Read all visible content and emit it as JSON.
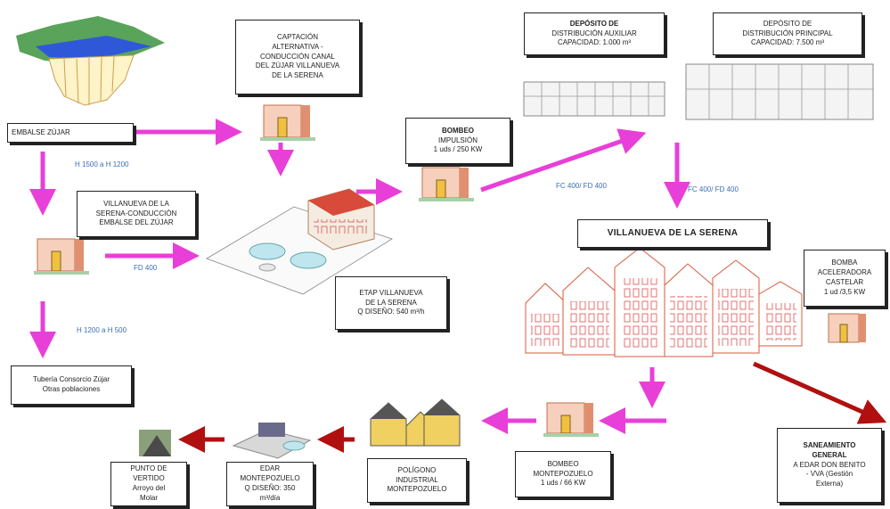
{
  "boxes": {
    "embalse": "EMBALSE ZÚJAR",
    "captacion": [
      "CAPTACIÓN",
      "ALTERNATIVA -",
      "CONDUCCIÓN CANAL",
      "DEL ZÚJAR VILLANUEVA",
      "DE LA SERENA"
    ],
    "deposito_aux": [
      "DEPÓSITO DE",
      "DISTRIBUCIÓN AUXILIAR",
      "CAPACIDAD: 1.000 m³"
    ],
    "deposito_principal": [
      "DEPÓSITO DE",
      "DISTRIBUCIÓN PRINCIPAL",
      "CAPACIDAD: 7.500 m³"
    ],
    "bombeo_impulsion": [
      "BOMBEO",
      "IMPULSIÓN",
      "1 uds / 250 KW"
    ],
    "villanueva_conduccion": [
      "VILLANUEVA DE LA",
      "SERENA-CONDUCCIÓN",
      "EMBALSE DEL ZÚJAR"
    ],
    "villanueva": "VILLANUEVA DE LA SERENA",
    "bomba_aceleradora": [
      "BOMBA",
      "ACELERADORA",
      "CASTELAR",
      "1 ud /3,5 KW"
    ],
    "etap": [
      "ETAP VILLANUEVA",
      "DE LA SERENA",
      "Q DISEÑO: 540 m³/h"
    ],
    "tuberia": [
      "Tubería Consorcio Zújar",
      "Otras poblaciones"
    ],
    "saneamiento": [
      "SANEAMIENTO",
      "GENERAL",
      "A EDAR DON BENITO",
      "- VVA (Gestión",
      "Externa)"
    ],
    "bombeo_montepozuelo": [
      "BOMBEO",
      "MONTEPOZUELO",
      "1 uds / 66 KW"
    ],
    "poligono": [
      "POLÍGONO",
      "INDUSTRIAL",
      "MONTEPOZUELO"
    ],
    "edar": [
      "EDAR",
      "MONTEPOZUELO",
      "Q DISEÑO: 350",
      "m³/día"
    ],
    "punto_vertido": [
      "PUNTO DE",
      "VERTIDO",
      "Arroyo del",
      "Molar"
    ]
  },
  "pipes": {
    "h1": "H 1500 a H 1200",
    "fd400": "FD 400",
    "h2": "H 1200 a H 500",
    "fc1": "FC 400/ FD 400",
    "fc2": "FC 400/ FD 400"
  },
  "colors": {
    "flow_arrow": "#e83fd8",
    "waste_arrow": "#b01010",
    "label": "#3a6fb5"
  }
}
